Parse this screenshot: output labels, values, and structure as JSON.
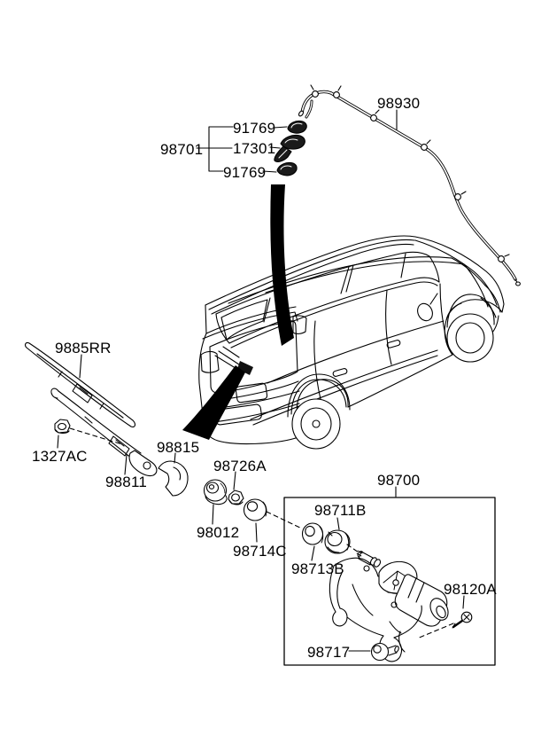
{
  "colors": {
    "paper": "#ffffff",
    "ink": "#000000",
    "arrow_fill": "#000000"
  },
  "callouts": {
    "washer_hose": "98930",
    "nozzle_assembly": "98701",
    "nozzle_cap_upper": "91769",
    "washer_nozzle": "17301",
    "nozzle_cap_lower": "91769",
    "rear_wiper_blade": "9885RR",
    "arm_nut": "1327AC",
    "rear_wiper_arm": "98811",
    "arm_head_cover": "98815",
    "pivot_grommet": "98012",
    "pivot_nut": "98726A",
    "pivot_washer": "98714C",
    "rear_motor_assembly": "98700",
    "motor_grommet_holder": "98711B",
    "motor_grommet": "98713B",
    "mounting_screw": "98120A",
    "motor_damper": "98717"
  }
}
